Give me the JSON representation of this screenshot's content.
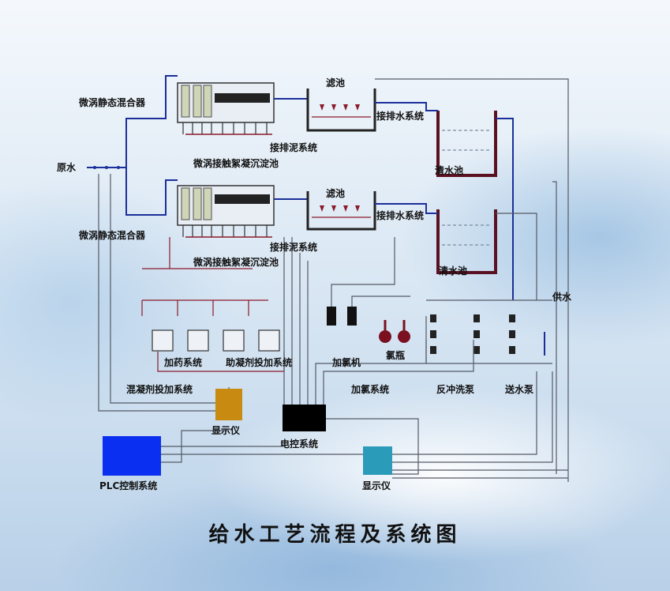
{
  "labels": {
    "raw_water": "原水",
    "mixer_top": "微涡静态混合器",
    "mixer_bottom": "微涡静态混合器",
    "filter_top": "滤池",
    "filter_bottom": "滤池",
    "drain_water_top": "接排水系统",
    "drain_water_bottom": "接排水系统",
    "drain_mud_top": "接排泥系统",
    "drain_mud_bottom": "接排泥系统",
    "sedimentation_top": "微涡接触絮凝沉淀池",
    "sedimentation_bottom": "微涡接触絮凝沉淀池",
    "clear_pool_top": "清水池",
    "clear_pool_bottom": "清水池",
    "water_supply": "供水",
    "dosing_system": "加药系统",
    "coagulant_aid_system": "助凝剂投加系统",
    "chlorinator": "加氯机",
    "chlorine_cylinder": "氯瓶",
    "coagulant_system": "混凝剂投加系统",
    "chlorination_system": "加氯系统",
    "backwash_pump": "反冲洗泵",
    "delivery_pump": "送水泵",
    "display_left": "显示仪",
    "electric_control": "电控系统",
    "plc": "PLC控制系统",
    "display_right": "显示仪"
  },
  "title": "给水工艺流程及系统图",
  "colors": {
    "display_left": "#c98a12",
    "electric_control": "#000000",
    "plc": "#0a2ff0",
    "display_right": "#2a9bb8",
    "pipe_blue": "#1b2f9a",
    "pipe_red": "#8b1a2a",
    "pipe_gray": "#555a66"
  }
}
